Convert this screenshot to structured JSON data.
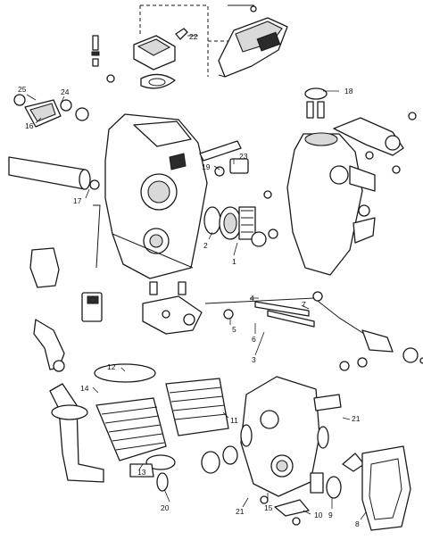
{
  "diagram": {
    "callouts": [
      {
        "id": "c22",
        "label": "22"
      },
      {
        "id": "c25",
        "label": "25"
      },
      {
        "id": "c24",
        "label": "24"
      },
      {
        "id": "c16",
        "label": "16"
      },
      {
        "id": "c18",
        "label": "18"
      },
      {
        "id": "c19",
        "label": "19"
      },
      {
        "id": "c23",
        "label": "23"
      },
      {
        "id": "c17",
        "label": "17"
      },
      {
        "id": "c2",
        "label": "2"
      },
      {
        "id": "c1",
        "label": "1"
      },
      {
        "id": "c4",
        "label": "4"
      },
      {
        "id": "c5",
        "label": "5"
      },
      {
        "id": "c7",
        "label": "7"
      },
      {
        "id": "c6",
        "label": "6"
      },
      {
        "id": "c3",
        "label": "3"
      },
      {
        "id": "c12",
        "label": "12"
      },
      {
        "id": "c14",
        "label": "14"
      },
      {
        "id": "c11",
        "label": "11"
      },
      {
        "id": "c21a",
        "label": "21"
      },
      {
        "id": "c13",
        "label": "13"
      },
      {
        "id": "c20",
        "label": "20"
      },
      {
        "id": "c9",
        "label": "9"
      },
      {
        "id": "c8",
        "label": "8"
      },
      {
        "id": "c15",
        "label": "15"
      },
      {
        "id": "c21b",
        "label": "21"
      },
      {
        "id": "c10",
        "label": "10"
      }
    ]
  }
}
